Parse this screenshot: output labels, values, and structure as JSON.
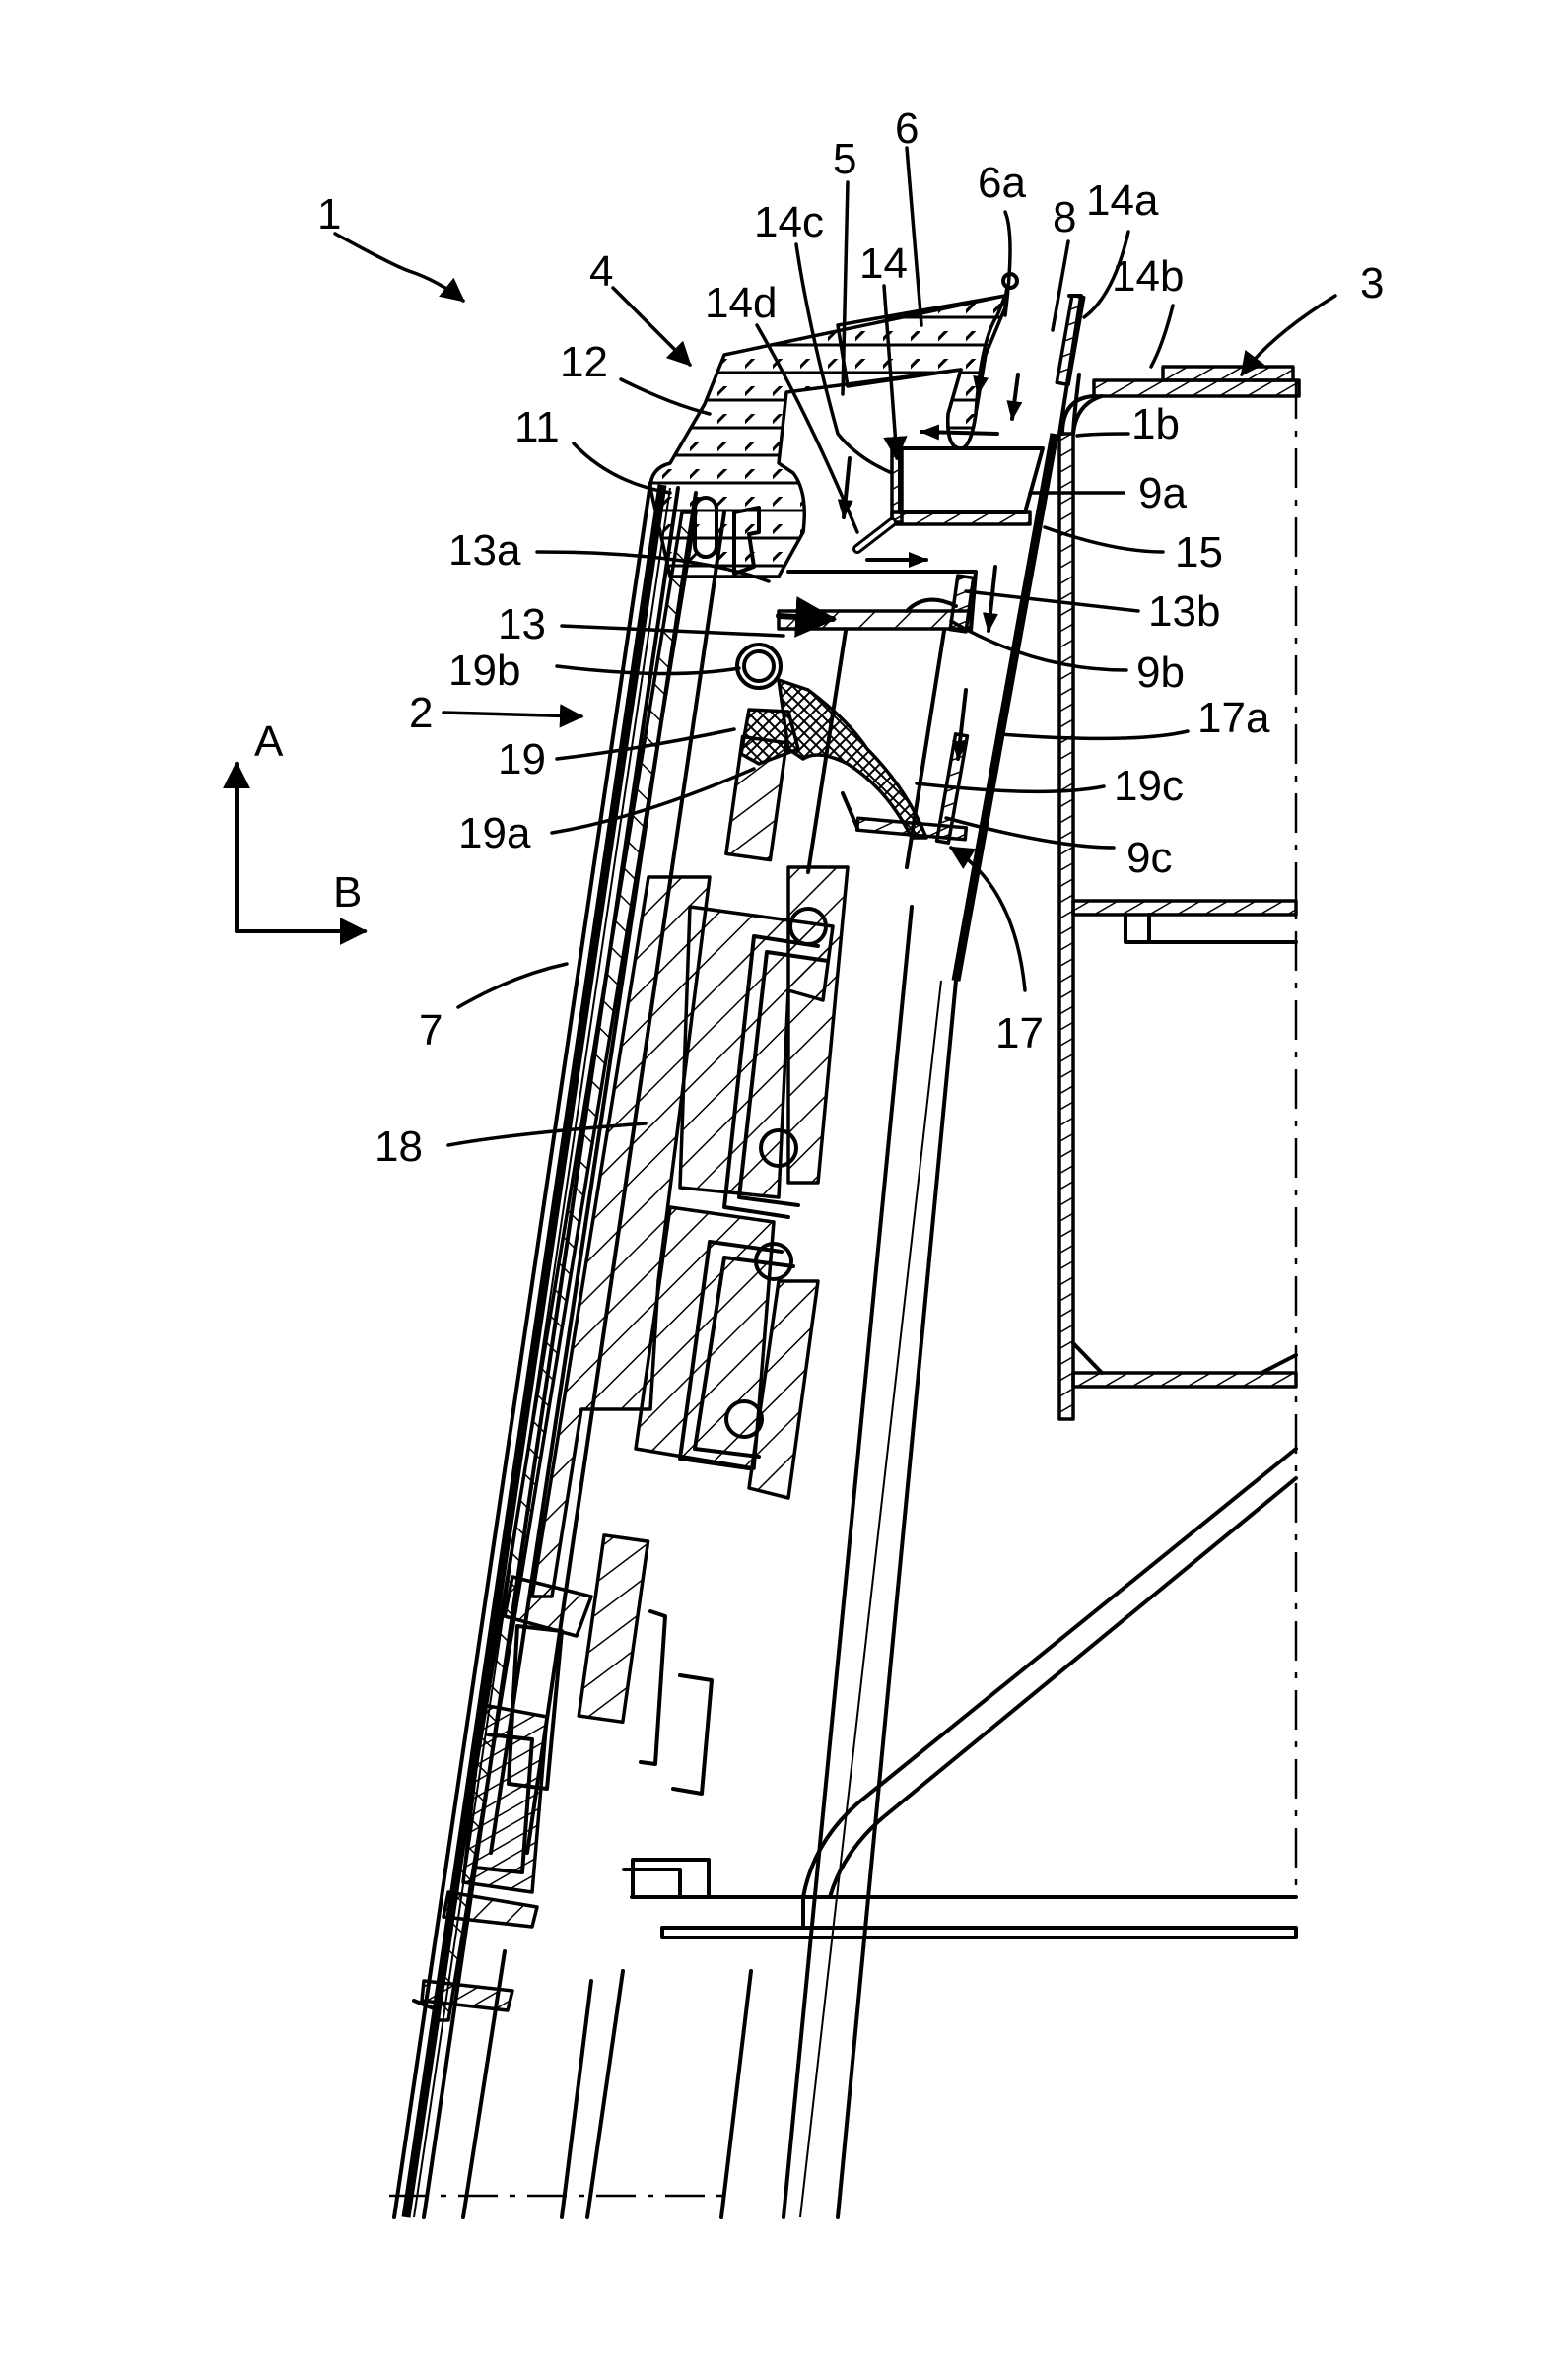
{
  "figure": {
    "type": "patent cross-section drawing",
    "colors": {
      "ink": "#000000",
      "background": "#ffffff"
    }
  },
  "direction_indicator": {
    "vertical_label": "A",
    "horizontal_label": "B"
  },
  "reference_labels": {
    "l1": "1",
    "l2": "2",
    "l3": "3",
    "l4": "4",
    "l5": "5",
    "l6": "6",
    "l6a": "6a",
    "l7": "7",
    "l8": "8",
    "l9a": "9a",
    "l9b": "9b",
    "l9c": "9c",
    "l11": "11",
    "l12": "12",
    "l13": "13",
    "l13a": "13a",
    "l13b": "13b",
    "l14": "14",
    "l14a": "14a",
    "l14b": "14b",
    "l14c": "14c",
    "l14d": "14d",
    "l15": "15",
    "l17": "17",
    "l17a": "17a",
    "l18": "18",
    "l19": "19",
    "l19a": "19a",
    "l19b": "19b",
    "l19c": "19c",
    "l1b": "1b"
  }
}
